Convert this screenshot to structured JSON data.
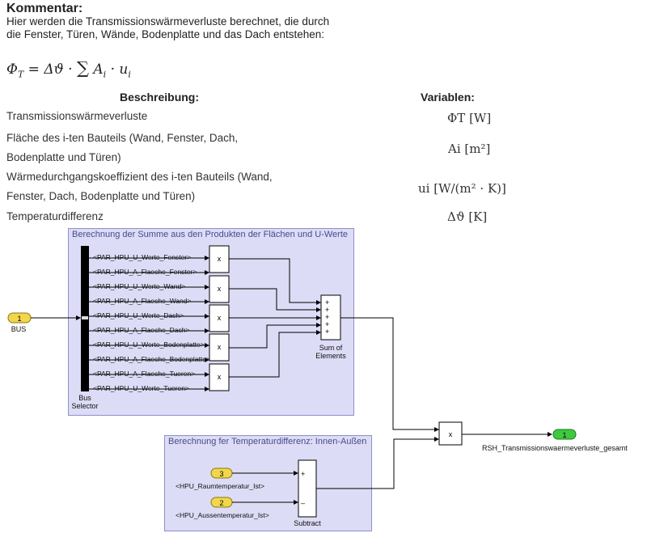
{
  "comment": {
    "title": "Kommentar:",
    "text": "Hier werden die Transmissionswärmeverluste berechnet, die durch die Fenster, Türen, Wände, Bodenplatte und das Dach entstehen:",
    "formula": "ΦT = Δϑ · ∑ Ai · ui"
  },
  "table": {
    "header_description": "Beschreibung:",
    "header_variables": "Variablen:",
    "rows": [
      {
        "description": "Transmissionswärmeverluste",
        "variable": "ΦT [W]"
      },
      {
        "description": "Fläche des i-ten Bauteils (Wand, Fenster, Dach, Bodenplatte und Türen)",
        "variable": "Ai [m²]"
      },
      {
        "description": "Wärmedurchgangskoeffizient des i-ten Bauteils (Wand, Fenster, Dach, Bodenplatte und Türen)",
        "variable": "ui [W/(m² · K)]"
      },
      {
        "description": "Temperaturdifferenz",
        "variable": "Δϑ [K]"
      }
    ]
  },
  "subsystem_sum": {
    "title": "Berechnung der Summe aus den Produkten der Flächen und U-Werte",
    "signals": [
      "<PAR_HPU_U_Werte_Fenster>",
      "<PAR_HPU_A_Flaeche_Fenster>",
      "<PAR_HPU_U_Werte_Wand>",
      "<PAR_HPU_A_Flaeche_Wand>",
      "<PAR_HPU_U_Werte_Dach>",
      "<PAR_HPU_A_Flaeche_Dach>",
      "<PAR_HPU_U_Werte_Bodenplatte>",
      "<PAR_HPU_A_Flaeche_Bodenplatte>",
      "<PAR_HPU_A_Flaeche_Tueren>",
      "<PAR_HPU_U_Werte_Tueren>"
    ],
    "bus_selector_label": "Bus\nSelector",
    "product_symbol": "x",
    "sum_label": "Sum of\nElements",
    "sum_signs": [
      "+",
      "+",
      "+",
      "+",
      "+"
    ]
  },
  "subsystem_temp": {
    "title": "Berechnung fer Temperaturdifferenz: Innen-Außen",
    "inport_3_number": "3",
    "inport_3_label": "<HPU_Raumtemperatur_Ist>",
    "inport_2_number": "2",
    "inport_2_label": "<HPU_Aussentemperatur_Ist>",
    "subtract_label": "Subtract",
    "signs": [
      "+",
      "–"
    ]
  },
  "bus_inport": {
    "number": "1",
    "label": "BUS"
  },
  "final_product_symbol": "x",
  "outport": {
    "number": "1",
    "label": "RSH_Transmissionswaermeverluste_gesamt"
  },
  "colors": {
    "subsystem_bg": "#dcdcf6",
    "inport": "#f2d64b",
    "outport": "#3fc93f"
  }
}
